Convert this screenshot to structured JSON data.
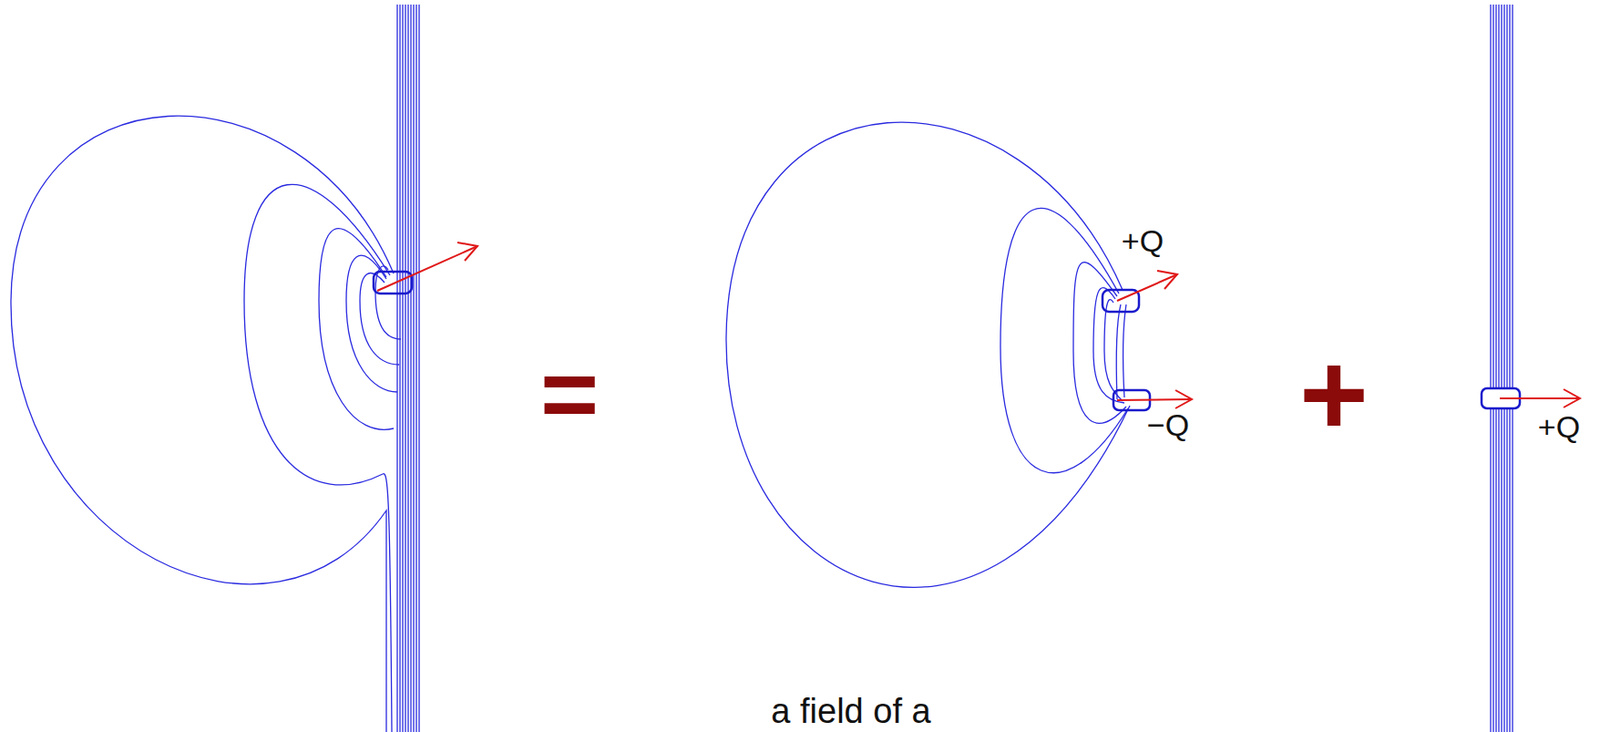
{
  "diagram": {
    "labels": [
      "=",
      "+Q",
      "−Q",
      "+",
      "+Q",
      "a field of a"
    ]
  }
}
